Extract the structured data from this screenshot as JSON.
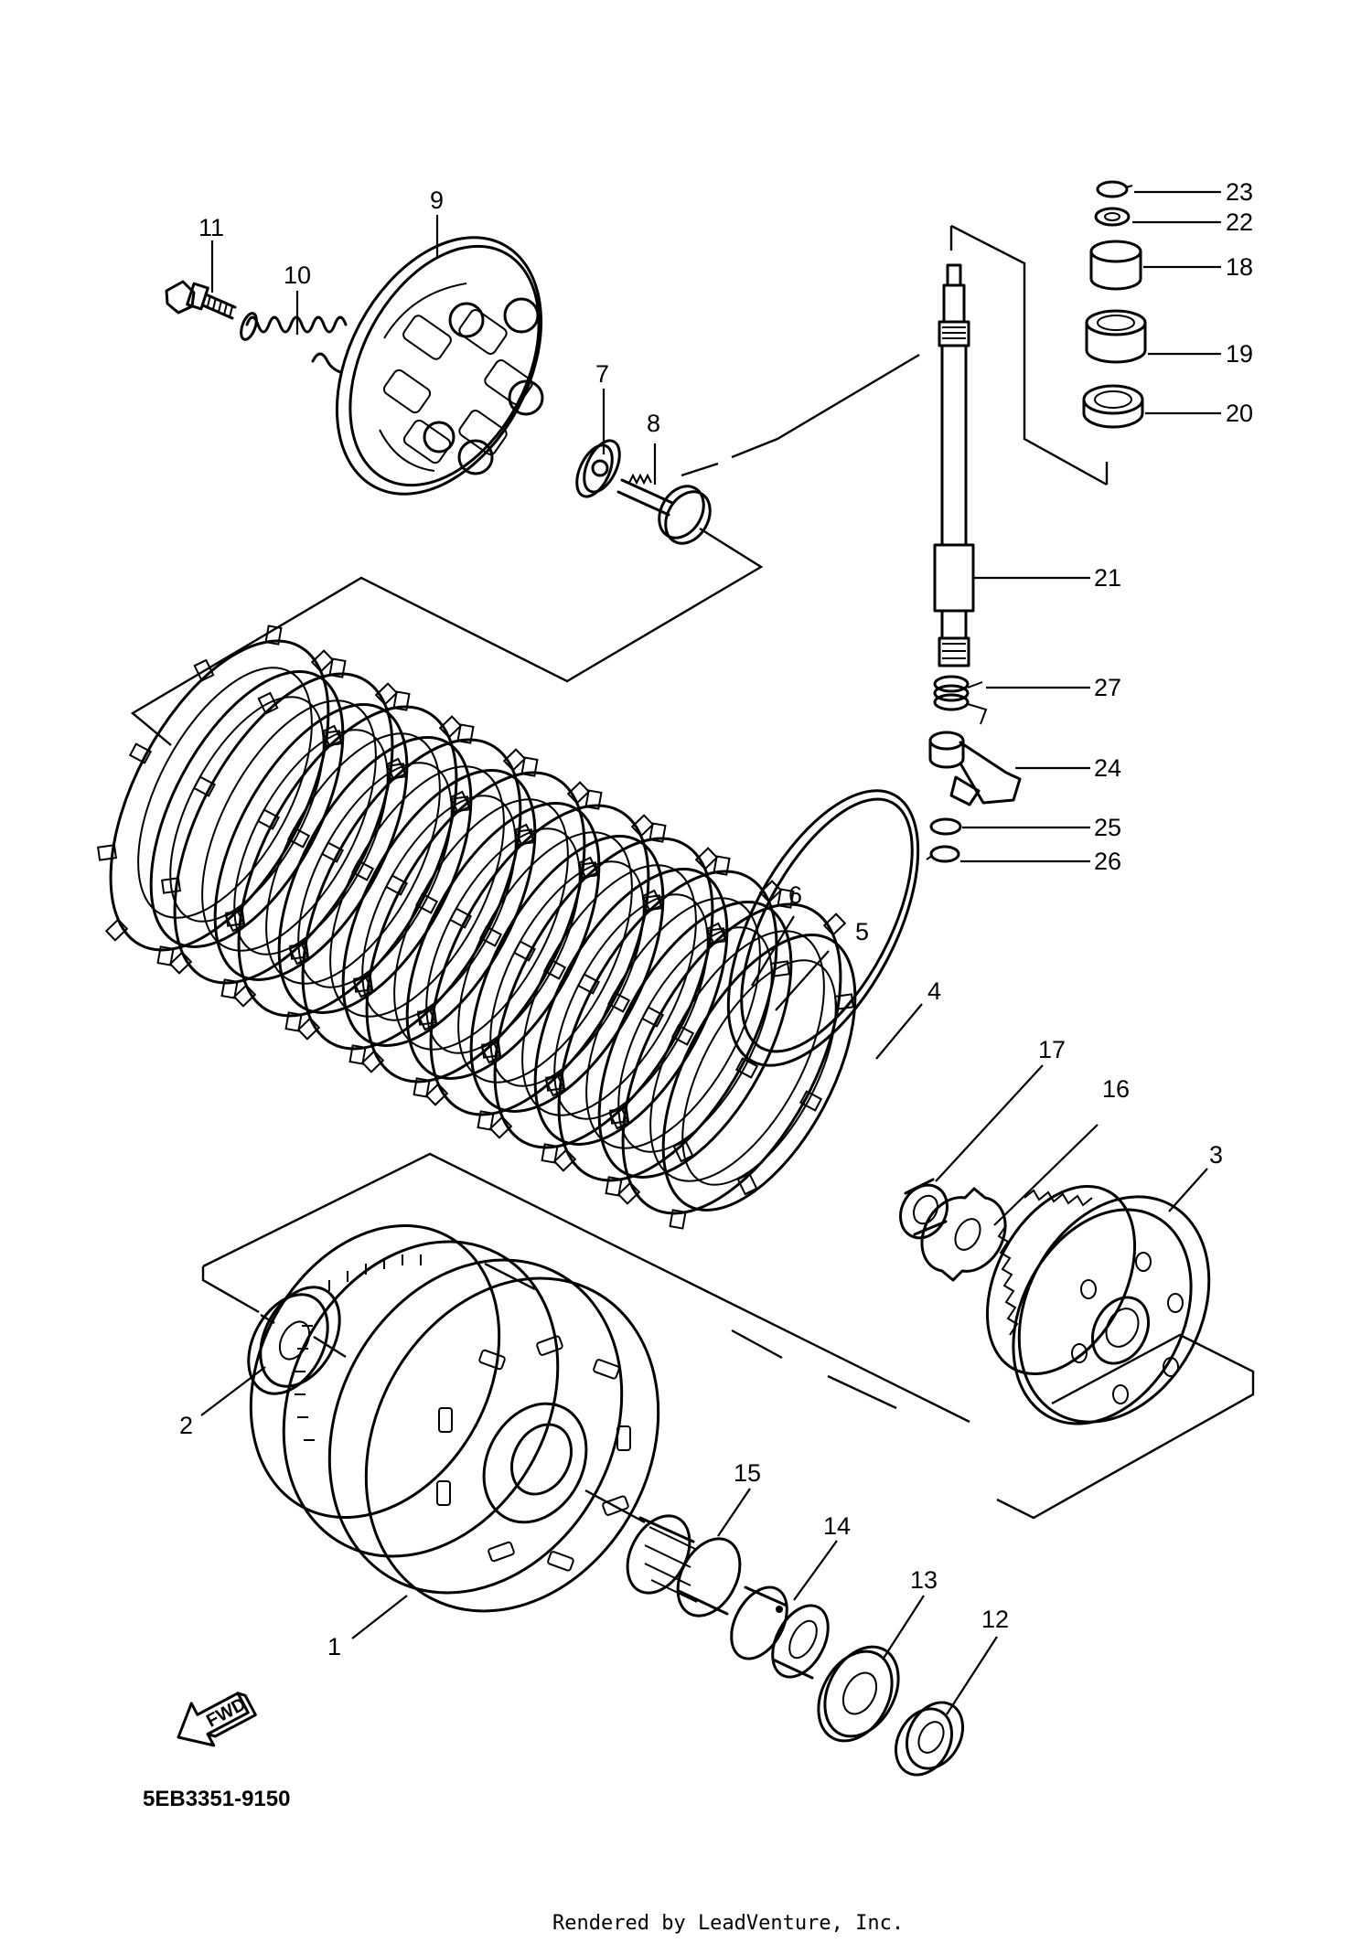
{
  "diagram_code": "5EB3351-9150",
  "fwd_label": "FWD",
  "rendered_by": "Rendered by LeadVenture, Inc.",
  "callouts": [
    "1",
    "2",
    "3",
    "4",
    "5",
    "6",
    "7",
    "8",
    "9",
    "10",
    "11",
    "12",
    "13",
    "14",
    "15",
    "16",
    "17",
    "18",
    "19",
    "20",
    "21",
    "22",
    "23",
    "24",
    "25",
    "26",
    "27"
  ]
}
